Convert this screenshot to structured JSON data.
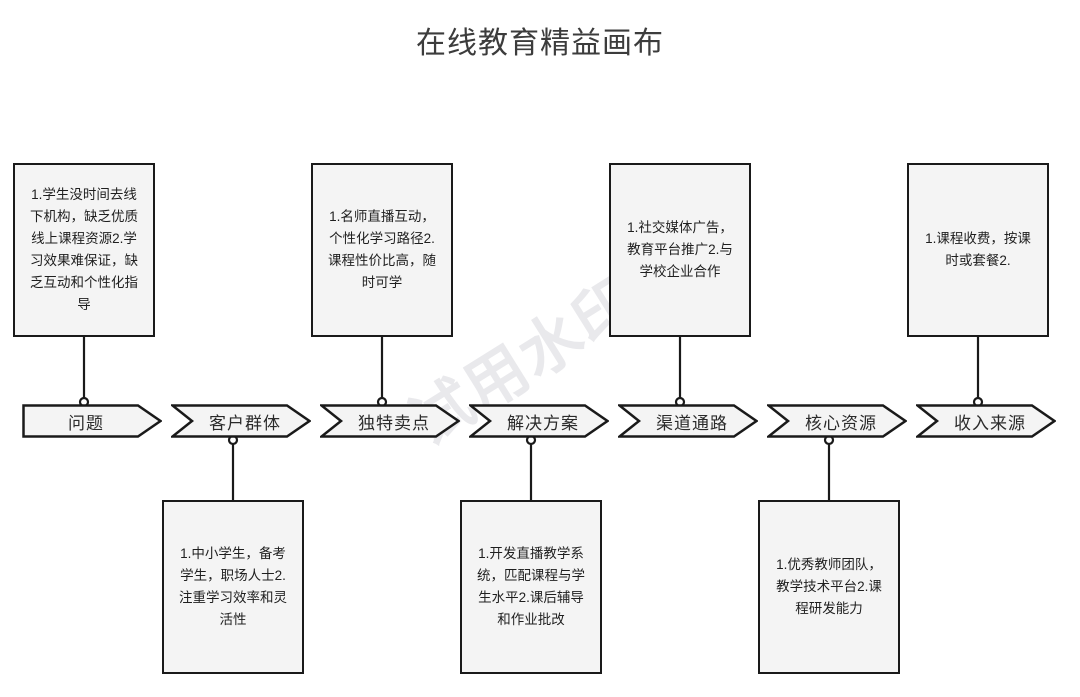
{
  "page": {
    "title": "在线教育精益画布",
    "watermark": "试用水印",
    "background_color": "#ffffff",
    "box_fill_color": "#f4f4f4",
    "stroke_color": "#1a1a1a",
    "title_color": "#3c3c3c"
  },
  "canvas": {
    "columns": [
      {
        "key": "problem",
        "chevron_label": "问题",
        "chevron_style": "flat-left",
        "detail_position": "above",
        "detail_text": "1.学生没时间去线下机构，缺乏优质线上课程资源2.学习效果难保证，缺乏互动和个性化指导"
      },
      {
        "key": "customer-segments",
        "chevron_label": "客户群体",
        "chevron_style": "notched-left",
        "detail_position": "below",
        "detail_text": "1.中小学生，备考学生，职场人士2.注重学习效率和灵活性"
      },
      {
        "key": "unique-value-proposition",
        "chevron_label": "独特卖点",
        "chevron_style": "notched-left",
        "detail_position": "above",
        "detail_text": "1.名师直播互动，个性化学习路径2.课程性价比高，随时可学"
      },
      {
        "key": "solution",
        "chevron_label": "解决方案",
        "chevron_style": "notched-left",
        "detail_position": "below",
        "detail_text": "1.开发直播教学系统，匹配课程与学生水平2.课后辅导和作业批改"
      },
      {
        "key": "channels",
        "chevron_label": "渠道通路",
        "chevron_style": "notched-left",
        "detail_position": "above",
        "detail_text": "1.社交媒体广告，教育平台推广2.与学校企业合作"
      },
      {
        "key": "key-resources",
        "chevron_label": "核心资源",
        "chevron_style": "notched-left",
        "detail_position": "below",
        "detail_text": "1.优秀教师团队，教学技术平台2.课程研发能力"
      },
      {
        "key": "revenue-streams",
        "chevron_label": "收入来源",
        "chevron_style": "notched-left",
        "detail_position": "above",
        "detail_text": "1.课程收费，按课时或套餐2."
      }
    ]
  }
}
